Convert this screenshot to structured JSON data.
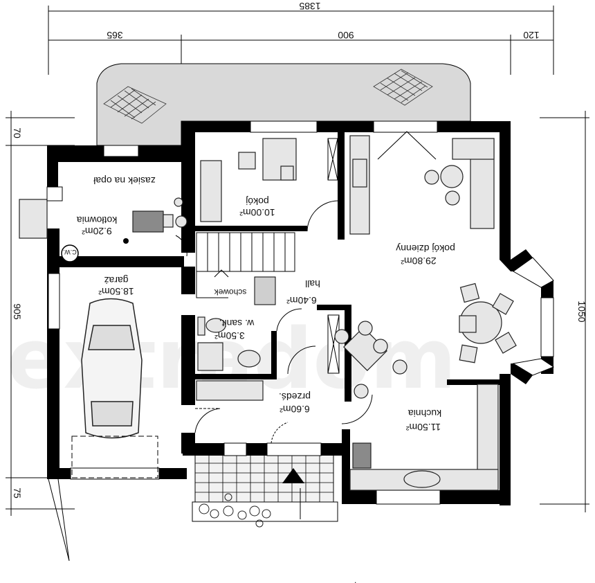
{
  "dimensions": {
    "top_total": "1385",
    "top_left": "365",
    "top_middle": "900",
    "top_right": "120",
    "left_top": "70",
    "left_middle": "905",
    "left_bottom": "75",
    "right_total": "1050"
  },
  "rooms": {
    "zasiek": {
      "name": "zasiek na opał"
    },
    "kotlownia": {
      "name": "kotłownia",
      "area": "9.20m²"
    },
    "cw": {
      "name": "C.W."
    },
    "garaz": {
      "name": "garaż",
      "area": "18.50m²"
    },
    "pokoj": {
      "name": "pokój",
      "area": "10.00m²"
    },
    "pokoj_dzienny": {
      "name": "pokój dzienny",
      "area": "29.80m²"
    },
    "schowek": {
      "name": "schowek"
    },
    "hall": {
      "name": "hall",
      "area": "6.40m²"
    },
    "w_sanit": {
      "name": "w. sanit.",
      "area": "3.50m²"
    },
    "przedsionek": {
      "name": "przedś.",
      "area": "6.60m²"
    },
    "kuchnia": {
      "name": "kuchnia",
      "area": "11.50m²"
    }
  },
  "colors": {
    "wall": "#000000",
    "terrace": "#d9d9d9",
    "furniture": "#e6e6e6"
  }
}
